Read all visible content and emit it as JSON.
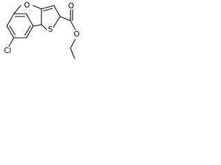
{
  "structure": {
    "atoms": {
      "oxygen_ring": "O",
      "sulfur": "S",
      "chlorine": "Cl",
      "oxygen_carbonyl": "O",
      "oxygen_ester": "O"
    }
  }
}
